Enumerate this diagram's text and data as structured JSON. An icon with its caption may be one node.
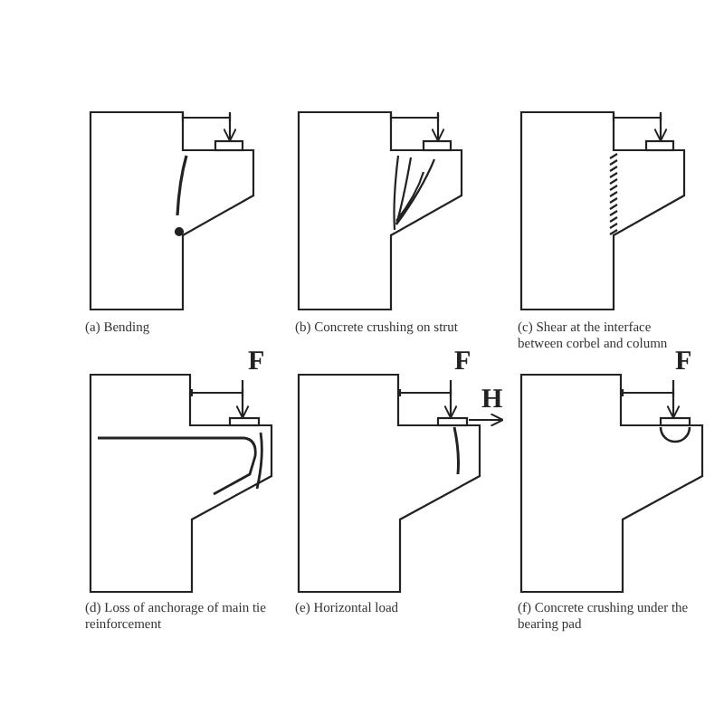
{
  "diagram": {
    "labels": [
      "(a) Bending",
      "(b) Concrete crushing on strut",
      "(c) Shear at the interface between corbel and column",
      "F",
      "F",
      "H",
      "F",
      "(d) Loss of anchorage of main tie reinforcement",
      "(e) Horizontal load",
      "(f) Concrete crushing under the bearing pad"
    ]
  }
}
